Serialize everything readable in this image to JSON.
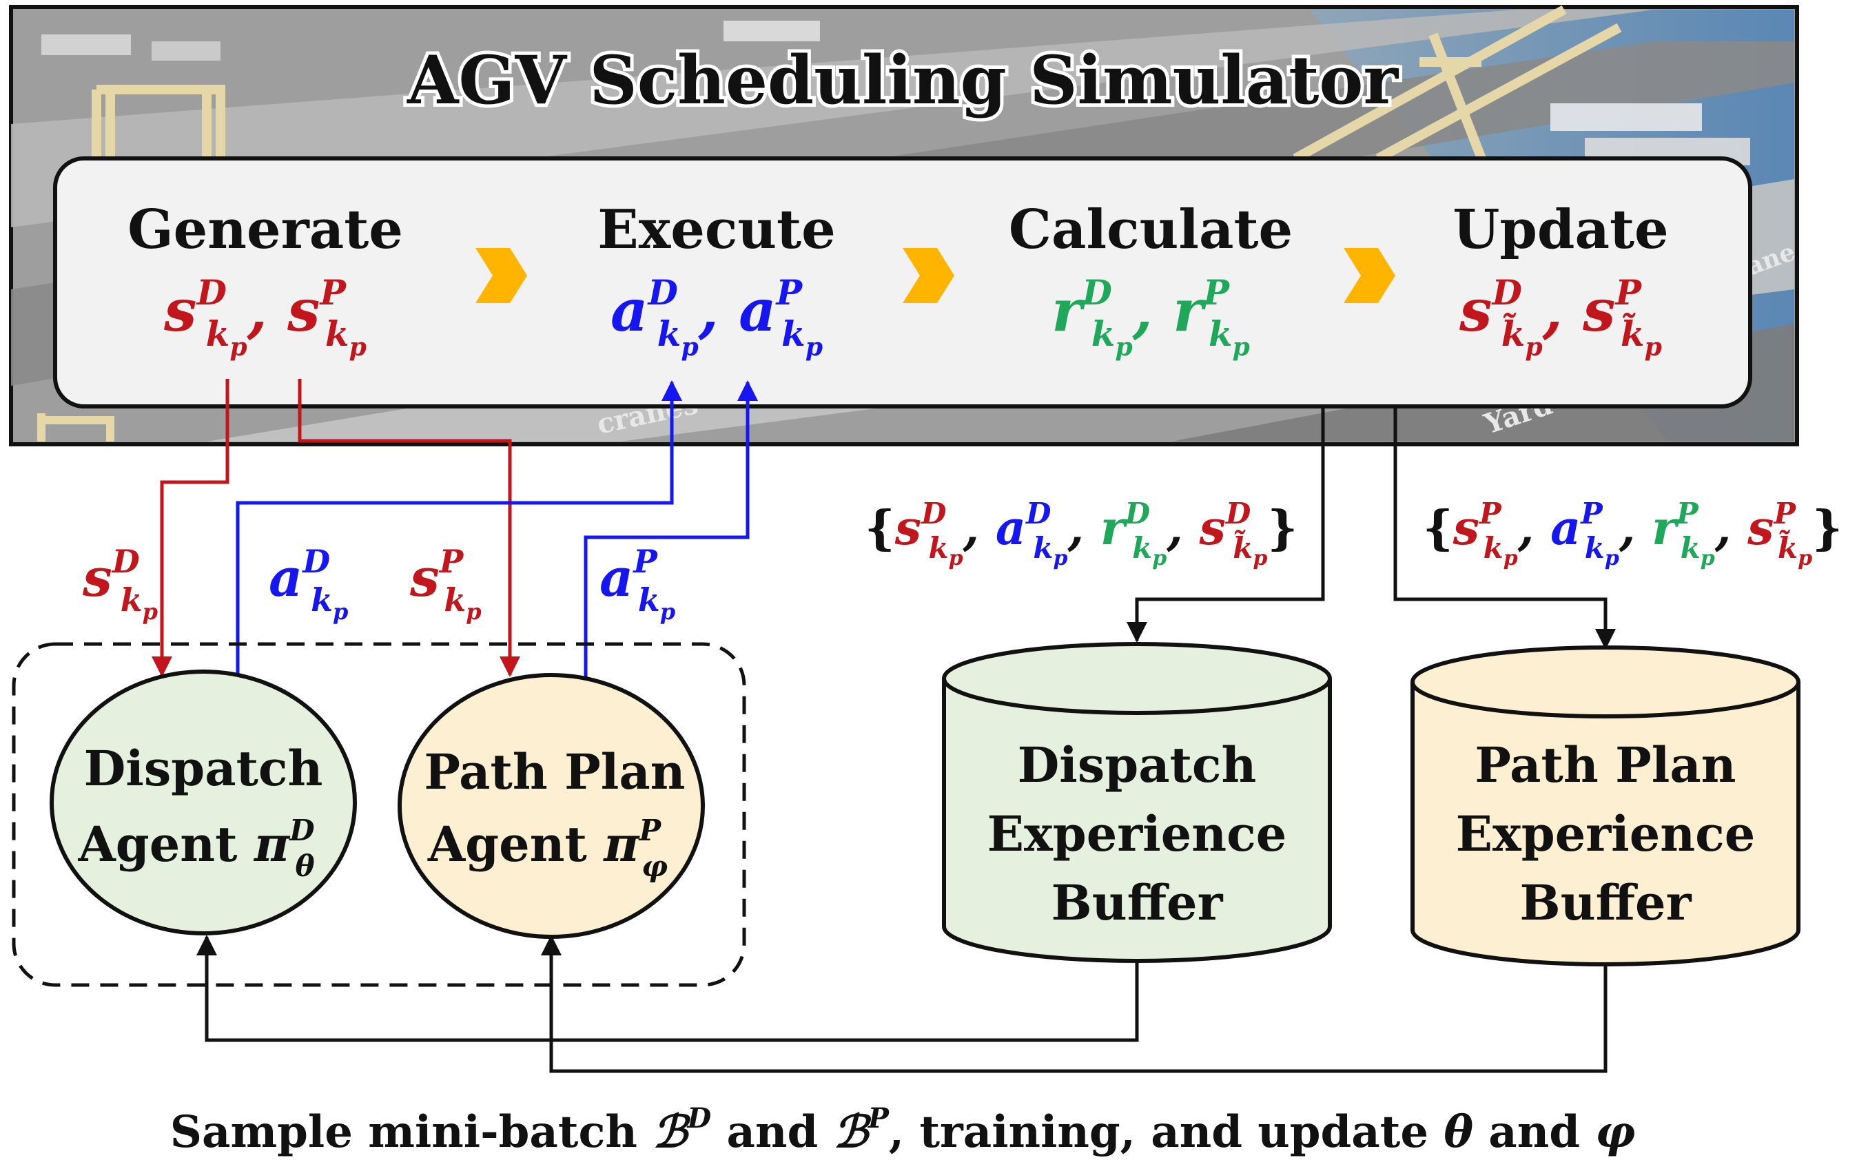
{
  "title": "AGV Scheduling Simulator",
  "scene_labels": {
    "left": "cranes",
    "right": "Yard",
    "far_right": "ane"
  },
  "colors": {
    "state": "#c0161c",
    "action": "#1616f0",
    "reward": "#1fa85a",
    "arrow": "#ffb400",
    "dispatch_fill": "#e6f0df",
    "pathplan_fill": "#fdf0d2"
  },
  "steps": [
    {
      "label": "Generate",
      "var": "s",
      "sub": "kp",
      "tilde": false,
      "color": "state"
    },
    {
      "label": "Execute",
      "var": "a",
      "sub": "kp",
      "tilde": false,
      "color": "action"
    },
    {
      "label": "Calculate",
      "var": "r",
      "sub": "kp",
      "tilde": false,
      "color": "reward"
    },
    {
      "label": "Update",
      "var": "s",
      "sub": "kp",
      "tilde": true,
      "color": "state"
    }
  ],
  "agents": {
    "dispatch": {
      "line1": "Dispatch",
      "line2": "Agent",
      "symbol": "π",
      "sup": "D",
      "sub": "θ"
    },
    "path_plan": {
      "line1": "Path Plan",
      "line2": "Agent",
      "symbol": "π",
      "sup": "P",
      "sub": "φ"
    }
  },
  "buffers": {
    "dispatch": [
      "Dispatch",
      "Experience",
      "Buffer"
    ],
    "path_plan": [
      "Path Plan",
      "Experience",
      "Buffer"
    ]
  },
  "flow_labels": {
    "s_D": {
      "var": "s",
      "sup": "D",
      "sub": "kp"
    },
    "a_D": {
      "var": "a",
      "sup": "D",
      "sub": "kp"
    },
    "s_P": {
      "var": "s",
      "sup": "P",
      "sub": "kp"
    },
    "a_P": {
      "var": "a",
      "sup": "P",
      "sub": "kp"
    }
  },
  "tuples": {
    "dispatch": "{ s, a, r, s }  (D)",
    "path_plan": "{ s, a, r, s }  (P)"
  },
  "caption": {
    "prefix": "Sample mini-batch ",
    "B": "ℬ",
    "sup_D": "D",
    "and1": " and ",
    "sup_P": "P",
    "rest": ", training, and update ",
    "theta": "θ",
    "and2": " and ",
    "phi": "φ"
  }
}
